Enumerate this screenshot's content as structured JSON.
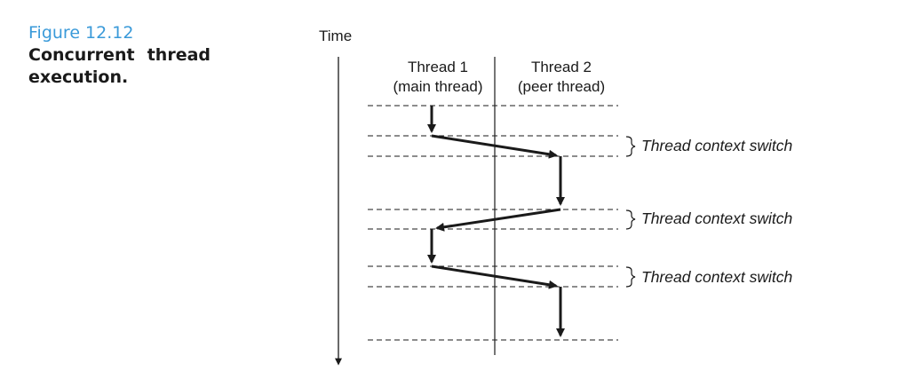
{
  "figure": {
    "number": "Figure 12.12",
    "title": "Concurrent thread execution."
  },
  "diagram": {
    "time_label": "Time",
    "threads": [
      {
        "line1": "Thread 1",
        "line2": "(main thread)"
      },
      {
        "line1": "Thread 2",
        "line2": "(peer thread)"
      }
    ],
    "context_switch_label": "Thread context switch",
    "context_switch_count": 3
  },
  "colors": {
    "figure_number": "#3a9ad9",
    "text": "#1a1a1a",
    "lines": "#1a1a1a"
  }
}
